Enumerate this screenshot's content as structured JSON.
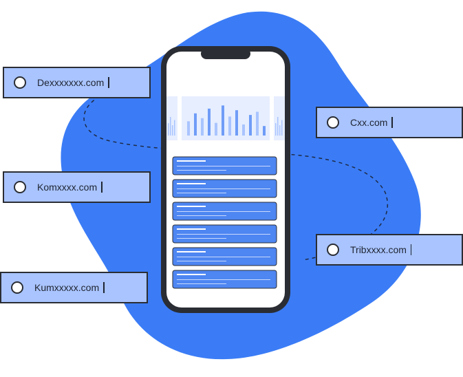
{
  "colors": {
    "blob": "#3b7cf6",
    "card_fill": "#a9c4ff",
    "outline": "#2a2d33",
    "phone_screen": "#ffffff",
    "chart_bar": "#a9c4ff",
    "chart_panel": "#e6eeff",
    "list_item": "#4e86f2"
  },
  "domains": [
    {
      "id": "dex",
      "text": "Dexxxxxxx.com"
    },
    {
      "id": "kom",
      "text": "Komxxxx.com"
    },
    {
      "id": "kum",
      "text": "Kumxxxxx.com"
    },
    {
      "id": "cxx",
      "text": "Cxx.com"
    },
    {
      "id": "trib",
      "text": "Tribxxxx.com"
    }
  ],
  "phone": {
    "list_item_count": 6,
    "bar_levels": [
      0.45,
      0.7,
      0.55,
      0.85,
      0.4,
      0.95,
      0.6,
      0.8,
      0.35,
      0.65,
      0.75,
      0.3
    ]
  }
}
